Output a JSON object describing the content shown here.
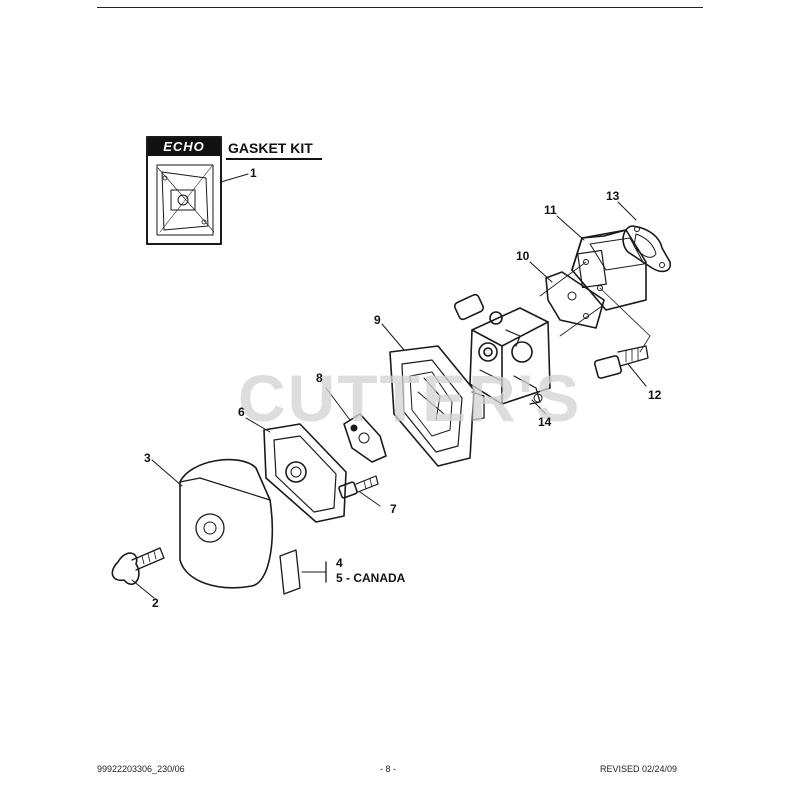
{
  "kit": {
    "logo": "ECHO",
    "title": "GASKET KIT"
  },
  "watermark": "CUTTER'S",
  "callouts": [
    {
      "id": "1",
      "label": "1"
    },
    {
      "id": "2",
      "label": "2"
    },
    {
      "id": "3",
      "label": "3"
    },
    {
      "id": "4",
      "label": "4"
    },
    {
      "id": "5",
      "label": "5 - CANADA"
    },
    {
      "id": "6",
      "label": "6"
    },
    {
      "id": "7",
      "label": "7"
    },
    {
      "id": "8",
      "label": "8"
    },
    {
      "id": "9",
      "label": "9"
    },
    {
      "id": "10",
      "label": "10"
    },
    {
      "id": "11",
      "label": "11"
    },
    {
      "id": "12",
      "label": "12"
    },
    {
      "id": "13",
      "label": "13"
    },
    {
      "id": "14",
      "label": "14"
    }
  ],
  "footer": {
    "part_number": "99922203306_230/06",
    "page": "- 8 -",
    "revised": "REVISED 02/24/09"
  },
  "colors": {
    "ink": "#1a1a1a",
    "watermark": "#d2d2d2"
  }
}
